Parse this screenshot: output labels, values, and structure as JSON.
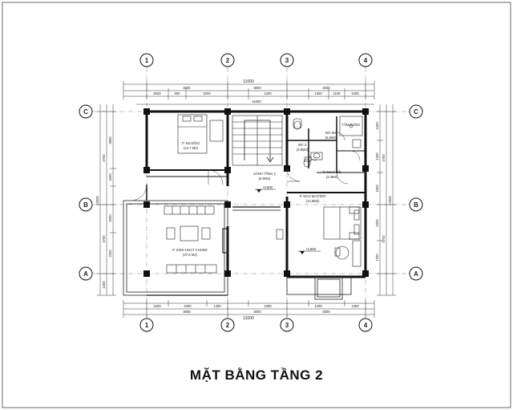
{
  "caption": "MẶT BẰNG TẦNG 2",
  "axes": {
    "vertical": [
      "1",
      "2",
      "3",
      "4"
    ],
    "horizontal": [
      "C",
      "B",
      "A"
    ]
  },
  "rooms": {
    "bedroom2": {
      "name": "P. NG.ĐÔI2",
      "area": "(12.7 M2)"
    },
    "wc2": {
      "name": "WC 2",
      "area": "(3.8M2)"
    },
    "wc_master": {
      "name": "WC MS",
      "area": "(6.6M2)"
    },
    "shower": {
      "name": "TẮM ĐỨNG"
    },
    "hall": {
      "name": "SẢNH TẦNG 2",
      "area": "(6.6M2)"
    },
    "wardrobe": {
      "name": "P. THAY ĐỒ",
      "area": "(3.4M2)"
    },
    "master": {
      "name": "P. NGỦ MASTER",
      "area": "(14.6M2)"
    },
    "living": {
      "name": "P. SINH HOẠT CHUNG",
      "area": "(37.6 M2)"
    }
  },
  "levels": {
    "hall": "+3.600",
    "master": "+3.600"
  },
  "dimensions": {
    "top_overall": "11000",
    "top_axes": [
      "3000",
      "3000",
      "4000"
    ],
    "top_detail": [
      "2500",
      "300",
      "2200",
      "1200",
      "1300",
      "1100",
      "1200"
    ],
    "inner_top": "11000",
    "bottom_overall": "11000",
    "bottom_axes": [
      "3000",
      "3000",
      "4000"
    ],
    "bottom_detail": [
      "1200",
      "2400",
      "1400",
      "1200",
      "1200",
      "1300"
    ],
    "left_overall": "12000",
    "left_axes": [
      "4700",
      "4700",
      "1300"
    ],
    "left_detail": [
      "3800",
      "1500",
      "3200",
      "2200"
    ],
    "right_overall": "12000",
    "right_axes": [
      "4700",
      "4700"
    ],
    "right_detail": [
      "1400",
      "1200",
      "1500",
      "2400",
      "1200"
    ]
  }
}
